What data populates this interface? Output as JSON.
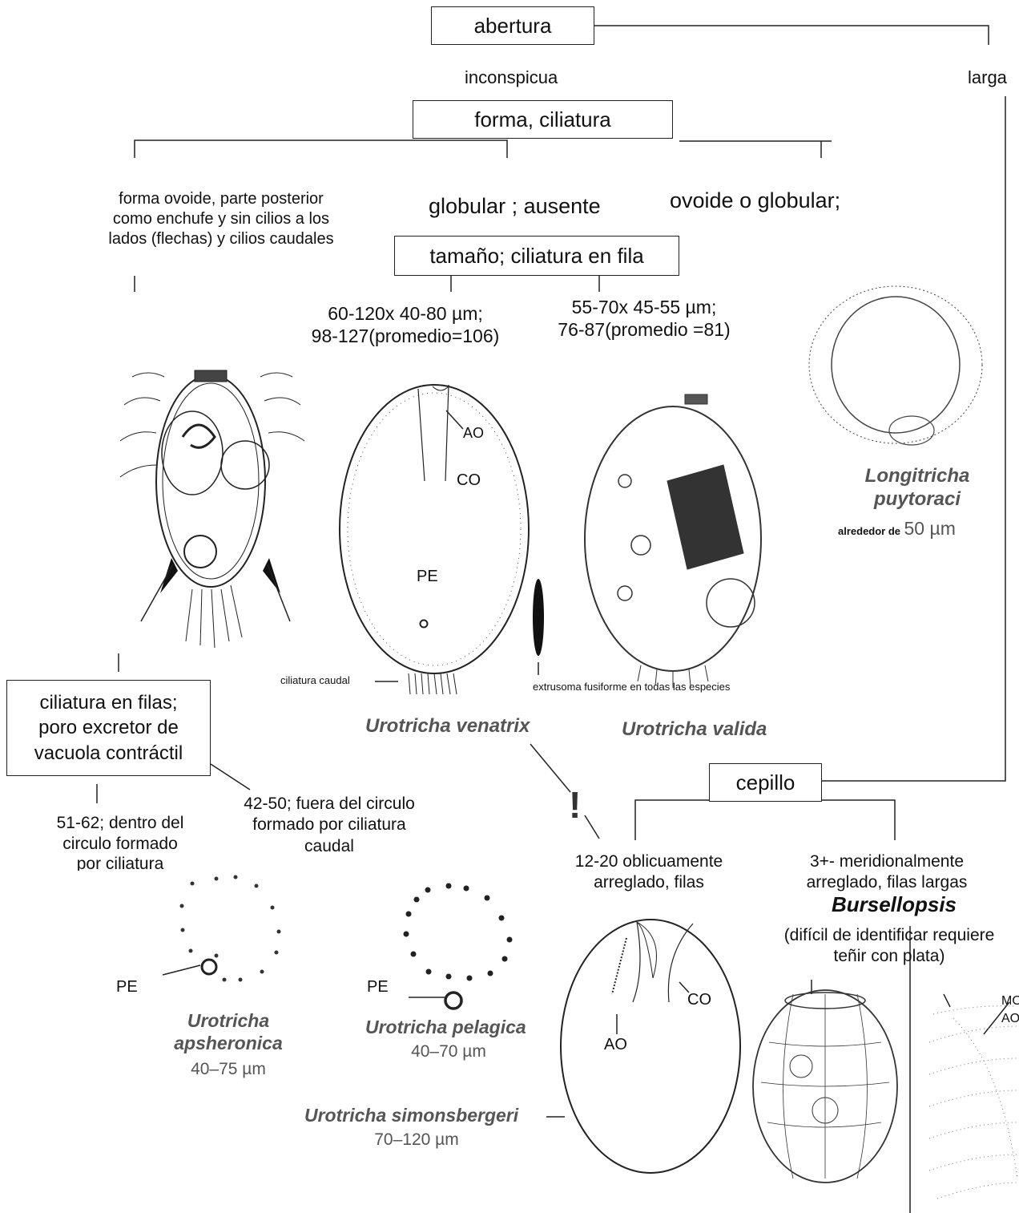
{
  "boxes": {
    "abertura": "abertura",
    "forma_ciliatura": "forma, ciliatura",
    "tamano": "tamaño; ciliatura en fila",
    "ciliatura_filas": [
      "ciliatura en filas;",
      "poro excretor de",
      "vacuola contráctil"
    ],
    "cepillo": "cepillo"
  },
  "branches": {
    "inconspicua": "inconspicua",
    "larga": "larga",
    "ovoide_enchufe": [
      "forma ovoide, parte posterior",
      "como enchufe y sin cilios a los",
      "lados (flechas) y cilios caudales"
    ],
    "globular_ausente": "globular ; ausente",
    "ovoide_globular": "ovoide o globular;",
    "size_venatrix": [
      "60-120x 40-80 µm;",
      "98-127(promedio=106)"
    ],
    "size_valida": [
      "55-70x 45-55 µm;",
      "76-87(promedio =81)"
    ],
    "dentro": [
      "51-62; dentro del",
      "circulo formado",
      "por ciliatura"
    ],
    "fuera": [
      "42-50; fuera del circulo",
      "formado por ciliatura",
      "caudal"
    ],
    "oblicuamente": [
      "12-20 oblicuamente",
      "arreglado, filas"
    ],
    "meridionalmente": [
      "3+- meridionalmente",
      "arreglado, filas largas"
    ]
  },
  "labels": {
    "ao": "AO",
    "co": "CO",
    "pe": "PE",
    "ciliatura_caudal": "ciliatura caudal",
    "extrusoma": "extrusoma fusiforme en todas las especies",
    "mo": "MO",
    "ao_cut": "AO",
    "exclaim": "!"
  },
  "species": {
    "venatrix": "Urotricha venatrix",
    "valida": "Urotricha valida",
    "longitricha": [
      "Longitricha",
      "puytoraci"
    ],
    "longitricha_prefix": "alrededor de",
    "longitricha_size": "50 µm",
    "apsheronica": [
      "Urotricha",
      "apsheronica"
    ],
    "apsheronica_size": "40–75 µm",
    "pelagica": "Urotricha pelagica",
    "pelagica_size": "40–70 µm",
    "simonsbergeri": "Urotricha simonsbergeri",
    "simonsbergeri_size": "70–120 µm",
    "bursellopsis": "Bursellopsis",
    "bursellopsis_note": [
      "(difícil de identificar requiere",
      "teñir con plata)"
    ]
  }
}
